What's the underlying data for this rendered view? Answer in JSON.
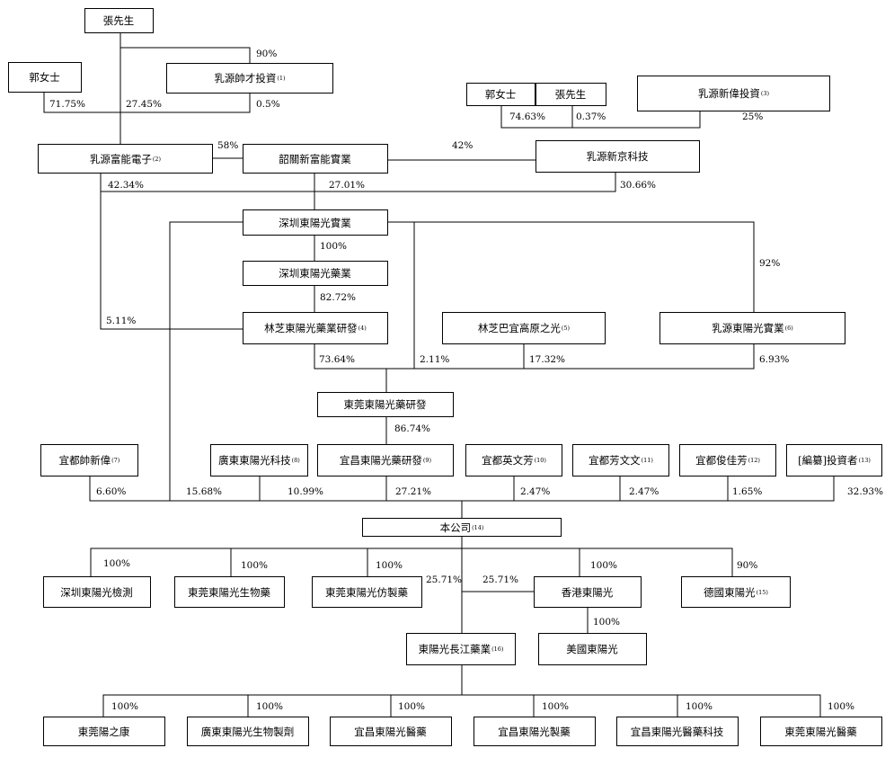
{
  "entities": {
    "zhang_top": {
      "name": "張先生",
      "note": ""
    },
    "guo_left": {
      "name": "郭女士",
      "note": ""
    },
    "shuaicai": {
      "name": "乳源帥才投資",
      "note": "(1)"
    },
    "guo_right": {
      "name": "郭女士",
      "note": ""
    },
    "zhang_right": {
      "name": "張先生",
      "note": ""
    },
    "xinwei": {
      "name": "乳源新偉投資",
      "note": "(3)"
    },
    "fuzhi": {
      "name": "乳源富能電子",
      "note": "(2)"
    },
    "shaoguan": {
      "name": "韶關新富能實業",
      "note": ""
    },
    "xinjing": {
      "name": "乳源新京科技",
      "note": ""
    },
    "sz_industry": {
      "name": "深圳東陽光實業",
      "note": ""
    },
    "sz_pharma": {
      "name": "深圳東陽光藥業",
      "note": ""
    },
    "linzhi_rd": {
      "name": "林芝東陽光藥業研發",
      "note": "(4)"
    },
    "linzhi_ba": {
      "name": "林芝巴宜高原之光",
      "note": "(5)"
    },
    "ruyuan_industry": {
      "name": "乳源東陽光實業",
      "note": "(6)"
    },
    "dongguan_rd": {
      "name": "東莞東陽光藥研發",
      "note": ""
    },
    "yidu_shuai": {
      "name": "宜都帥新偉",
      "note": "(7)"
    },
    "gd_tech": {
      "name": "廣東東陽光科技",
      "note": "(8)"
    },
    "yichang_rd": {
      "name": "宜昌東陽光藥研發",
      "note": "(9)"
    },
    "yidu_ying": {
      "name": "宜都英文芳",
      "note": "(10)"
    },
    "yidu_fang": {
      "name": "宜都芳文文",
      "note": "(11)"
    },
    "yidu_jun": {
      "name": "宜都俊佳芳",
      "note": "(12)"
    },
    "investors": {
      "name": "[編纂]投資者",
      "note": "(13)"
    },
    "company": {
      "name": "本公司",
      "note": "(14)"
    },
    "sz_test": {
      "name": "深圳東陽光檢測",
      "note": ""
    },
    "dg_bio": {
      "name": "東莞東陽光生物藥",
      "note": ""
    },
    "dg_generic": {
      "name": "東莞東陽光仿製藥",
      "note": ""
    },
    "hk": {
      "name": "香港東陽光",
      "note": ""
    },
    "germany": {
      "name": "德國東陽光",
      "note": "(15)"
    },
    "changjiang": {
      "name": "東陽光長江藥業",
      "note": "(16)"
    },
    "usa": {
      "name": "美國東陽光",
      "note": ""
    },
    "dg_zhikang": {
      "name": "東莞陽之康",
      "note": ""
    },
    "gd_bioprep": {
      "name": "廣東東陽光生物製劑",
      "note": ""
    },
    "yc_pharm1": {
      "name": "宜昌東陽光醫藥",
      "note": ""
    },
    "yc_pharm2": {
      "name": "宜昌東陽光製藥",
      "note": ""
    },
    "yc_medtech": {
      "name": "宜昌東陽光醫藥科技",
      "note": ""
    },
    "dg_pharm": {
      "name": "東莞東陽光醫藥",
      "note": ""
    }
  },
  "percentages": {
    "zhang_shuaicai": "90%",
    "guo_fuzhi": "71.75%",
    "zhang_fuzhi": "27.45%",
    "shuaicai_fuzhi": "0.5%",
    "guo_xinjing": "74.63%",
    "zhang_xinjing": "0.37%",
    "xinwei_xinjing": "25%",
    "fuzhi_shaoguan": "58%",
    "xinjing_shaoguan": "42%",
    "fuzhi_sz": "42.34%",
    "shaoguan_sz": "27.01%",
    "xinjing_sz": "30.66%",
    "sz_szpharma": "100%",
    "sz_ruyuan": "92%",
    "szpharma_linzhi": "82.72%",
    "fuzhi_linzhi": "5.11%",
    "linzhi_dgrd": "73.64%",
    "sz_dgrd": "2.11%",
    "linzhiba_dgrd": "17.32%",
    "ruyuan_dgrd": "6.93%",
    "dgrd_yichang": "86.74%",
    "yidushuai_co": "6.60%",
    "sz_co": "15.68%",
    "gdtech_co": "10.99%",
    "yichang_co": "27.21%",
    "yiduying_co": "2.47%",
    "yidufang_co": "2.47%",
    "yidujun_co": "1.65%",
    "investors_co": "32.93%",
    "co_sztest": "100%",
    "co_dgbio": "100%",
    "co_dggeneric": "100%",
    "co_changjiang": "25.71%",
    "hk_changjiang": "25.71%",
    "co_hk": "100%",
    "co_germany": "90%",
    "hk_usa": "100%",
    "cj_zhikang": "100%",
    "cj_bioprep": "100%",
    "cj_pharm1": "100%",
    "cj_pharm2": "100%",
    "cj_medtech": "100%",
    "cj_dgpharm": "100%"
  }
}
